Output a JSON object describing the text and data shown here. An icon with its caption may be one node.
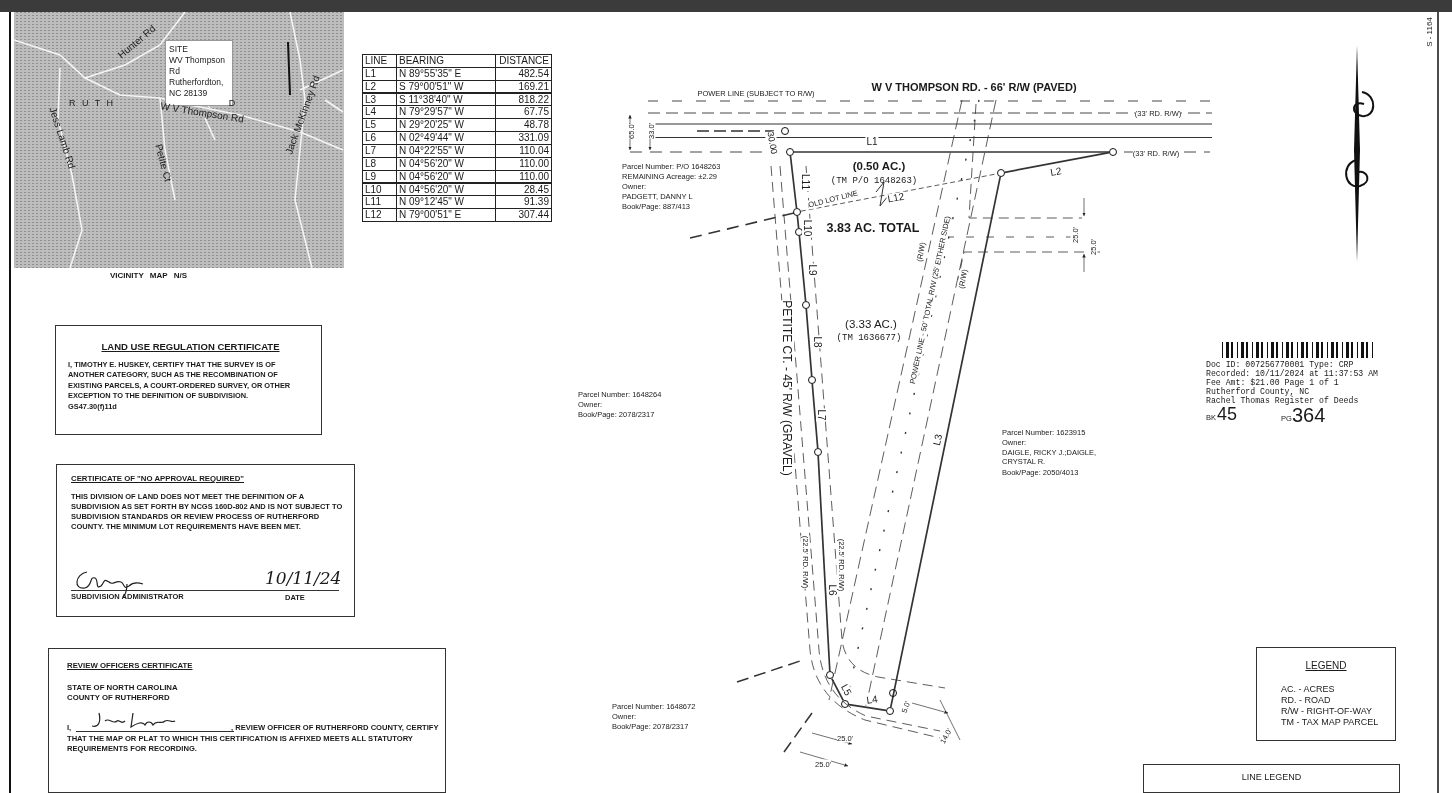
{
  "diagram": {
    "nodes": [
      {
        "text": [
          "VICINITY MAP N/S"
        ]
      },
      {
        "text": [
          "SITE",
          "WV Thompson Rd Rutherfordton, NC 28139"
        ],
        "in": 0
      },
      {
        "text": [
          "LAND USE REGULATION CERTIFICATE",
          "I, TIMOTHY E. HUSKEY, CERTIFY THAT THE SURVEY IS OF ANOTHER CATEGORY, SUCH AS THE RECOMBINATION OF EXISTING PARCELS, A COURT-ORDERED SURVEY, OR OTHER EXCEPTION TO THE DEFINITION OF SUBDIVISION.",
          "GS47.30(f)11d"
        ]
      },
      {
        "text": [
          "CERTIFICATE OF \"NO APPROVAL REQUIRED\"",
          "THIS DIVISION OF LAND DOES NOT MEET THE DEFINITION OF A SUBDIVISION AS SET FORTH BY NCGS 160D-802 AND IS NOT SUBJECT TO SUBDIVISION STANDARDS OR REVIEW PROCESS OF RUTHERFORD COUNTY. THE MINIMUM LOT REQUIREMENTS HAVE BEEN MET.",
          "10/11/24",
          "SUBDIVISION ADMINISTRATOR",
          "DATE"
        ]
      },
      {
        "text": [
          "REVIEW OFFICERS CERTIFICATE",
          "STATE OF NORTH CAROLINA",
          "COUNTY OF RUTHERFORD",
          "I,",
          ", REVIEW OFFICER OF RUTHERFORD COUNTY, CERTIFY THAT THE MAP OR PLAT TO WHICH THIS CERTIFICATION IS AFFIXED MEETS ALL STATUTORY REQUIREMENTS FOR RECORDING."
        ]
      },
      {
        "text": [
          "LEGEND",
          "AC. - ACRES",
          "RD. - ROAD",
          "R/W - RIGHT-OF-WAY",
          "TM - TAX MAP PARCEL"
        ]
      },
      {
        "text": [
          "LINE LEGEND"
        ]
      },
      {
        "text": [],
        "shape": "circle"
      },
      {
        "text": [],
        "shape": "circle"
      },
      {
        "text": [],
        "shape": "circle"
      },
      {
        "text": [],
        "shape": "circle"
      },
      {
        "text": [],
        "shape": "circle"
      },
      {
        "text": [],
        "shape": "circle"
      },
      {
        "text": [],
        "shape": "circle"
      },
      {
        "text": [],
        "shape": "circle"
      },
      {
        "text": [],
        "shape": "circle"
      },
      {
        "text": [],
        "shape": "circle"
      },
      {
        "text": [],
        "shape": "circle"
      },
      {
        "text": [],
        "shape": "circle"
      },
      {
        "text": [],
        "shape": "circle"
      }
    ],
    "edges": [
      {
        "from": 7,
        "to": 17,
        "arrow": "none",
        "label": "L1"
      },
      {
        "from": 17,
        "to": 16,
        "arrow": "none",
        "label": "L2"
      },
      {
        "from": 16,
        "to": 15,
        "arrow": "none",
        "label": "L3"
      },
      {
        "from": 15,
        "to": 14,
        "arrow": "none",
        "label": "L4"
      },
      {
        "from": 14,
        "to": 13,
        "arrow": "none",
        "label": "L5"
      },
      {
        "from": 13,
        "to": 12,
        "arrow": "none",
        "label": "L6"
      },
      {
        "from": 12,
        "to": 11,
        "arrow": "none",
        "label": "L7"
      },
      {
        "from": 11,
        "to": 10,
        "arrow": "none",
        "label": "L8"
      },
      {
        "from": 10,
        "to": 9,
        "arrow": "none",
        "label": "L9"
      },
      {
        "from": 9,
        "to": 8,
        "arrow": "none",
        "label": "L10"
      },
      {
        "from": 8,
        "to": 7,
        "arrow": "none",
        "label": "L11"
      },
      {
        "from": 8,
        "to": 16,
        "arrow": "none",
        "label": "L12",
        "style": "dashed"
      }
    ],
    "labels": [
      "Hunter Rd",
      "R U T H",
      "D",
      "W V Thompson Rd",
      "Jess Lamb Rd",
      "Petite Ct",
      "Jack McKinney Rd",
      "LINE",
      "BEARING",
      "DISTANCE",
      "L1",
      "N 89°55'35\" E",
      "482.54",
      "L2",
      "S 79°00'51\" W",
      "169.21",
      "L3",
      "S 11°38'40\" W",
      "818.22",
      "L4",
      "N 79°29'57\" W",
      "67.75",
      "L5",
      "N 29°20'25\" W",
      "48.78",
      "L6",
      "N 02°49'44\" W",
      "331.09",
      "L7",
      "N 04°22'55\" W",
      "110.04",
      "L8",
      "N 04°56'20\" W",
      "110.00",
      "L9",
      "N 04°56'20\" W",
      "110.00",
      "L10",
      "N 04°56'20\" W",
      "28.45",
      "L11",
      "N 09°12'45\" W",
      "91.39",
      "L12",
      "N 79°00'51\" E",
      "307.44",
      "W V THOMPSON RD. - 66' R/W (PAVED)",
      "POWER LINE (SUBJECT TO R/W)",
      "(33' RD. R/W)",
      "(33' RD. R/W)",
      "65.0'",
      "33.0'",
      "30.00",
      "(0.50 AC.)",
      "(TM P/O 1648263)",
      "OLD LOT LINE",
      "3.83 AC. TOTAL",
      "(3.33 AC.)",
      "(TM 1636677)",
      "PETITE CT. - 45' R/W (GRAVEL)",
      "POWER LINE - 50' TOTAL R/W (25' EITHER SIDE)",
      "(R/W)",
      "(R/W)",
      "(22.5' RD. R/W)",
      "(22.5' RD. R/W)",
      "25.0'",
      "25.0'",
      "5.0'",
      "14.0'",
      "25.0'",
      "25.0'",
      "Parcel Number: P/O 1648263",
      "REMAINING Acreage: ±2.29",
      "Owner:",
      "PADGETT, DANNY L",
      "Book/Page: 887/413",
      "Parcel Number: 1648264",
      "Owner:",
      "Book/Page: 2078/2317",
      "Parcel Number: 1623915",
      "Owner:",
      "DAIGLE, RICKY J.;DAIGLE, CRYSTAL R.",
      "Book/Page: 2050/4013",
      "Parcel Number: 1648672",
      "Owner:",
      "Book/Page: 2078/2317",
      "Doc ID: 007256770001 Type: CRP",
      "Recorded: 10/11/2024 at 11:37:53 AM",
      "Fee Amt: $21.00 Page 1 of 1",
      "Rutherford County, NC",
      "Rachel Thomas Register of Deeds",
      "BK",
      "45",
      "PG",
      "364",
      "S - 1164"
    ]
  }
}
